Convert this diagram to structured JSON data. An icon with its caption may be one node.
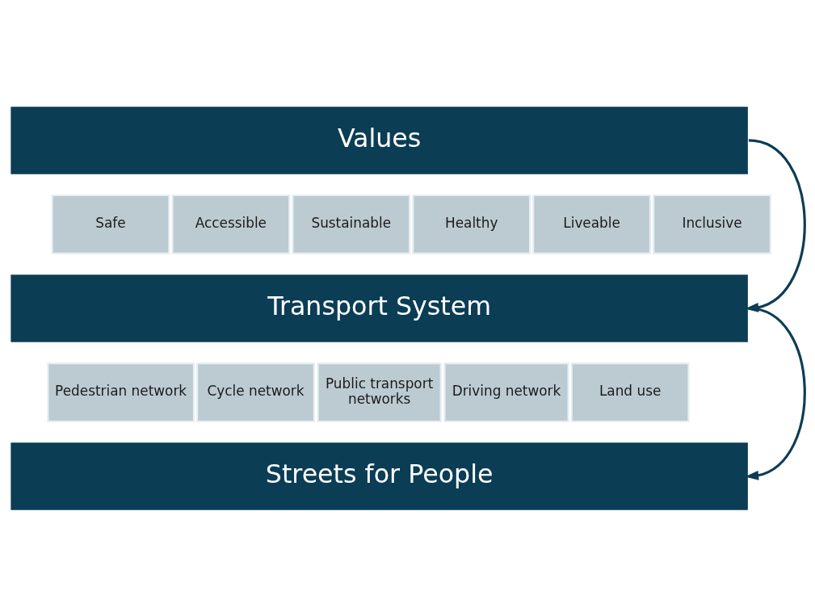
{
  "diagram": {
    "nodes": [
      {
        "text": [
          "Values"
        ]
      },
      {
        "text": [
          "Safe"
        ]
      },
      {
        "text": [
          "Accessible"
        ]
      },
      {
        "text": [
          "Sustainable"
        ]
      },
      {
        "text": [
          "Healthy"
        ]
      },
      {
        "text": [
          "Liveable"
        ]
      },
      {
        "text": [
          "Inclusive"
        ]
      },
      {
        "text": [
          "Transport System"
        ]
      },
      {
        "text": [
          "Pedestrian network"
        ]
      },
      {
        "text": [
          "Cycle network"
        ]
      },
      {
        "text": [
          "Public transport networks"
        ]
      },
      {
        "text": [
          "Driving network"
        ]
      },
      {
        "text": [
          "Land use"
        ]
      },
      {
        "text": [
          "Streets for People"
        ]
      }
    ],
    "edges": [
      {
        "from": 0,
        "to": 7,
        "arrow": "to"
      },
      {
        "from": 7,
        "to": 13,
        "arrow": "to"
      }
    ]
  }
}
